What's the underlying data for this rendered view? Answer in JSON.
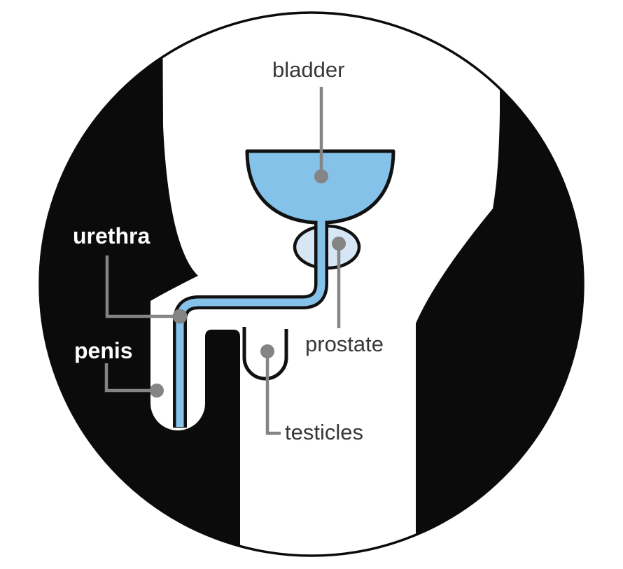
{
  "labels": {
    "bladder": "bladder",
    "urethra": "urethra",
    "prostate": "prostate",
    "penis": "penis",
    "testicles": "testicles"
  },
  "colors": {
    "background": "#ffffff",
    "silhouette_black": "#0b0b0b",
    "body_white": "#ffffff",
    "organ_blue": "#85c2e9",
    "prostate_blue": "#d7e6f5",
    "outline_black": "#111111",
    "leader_gray": "#848484",
    "label_dark": "#383838",
    "label_light": "#ffffff"
  }
}
